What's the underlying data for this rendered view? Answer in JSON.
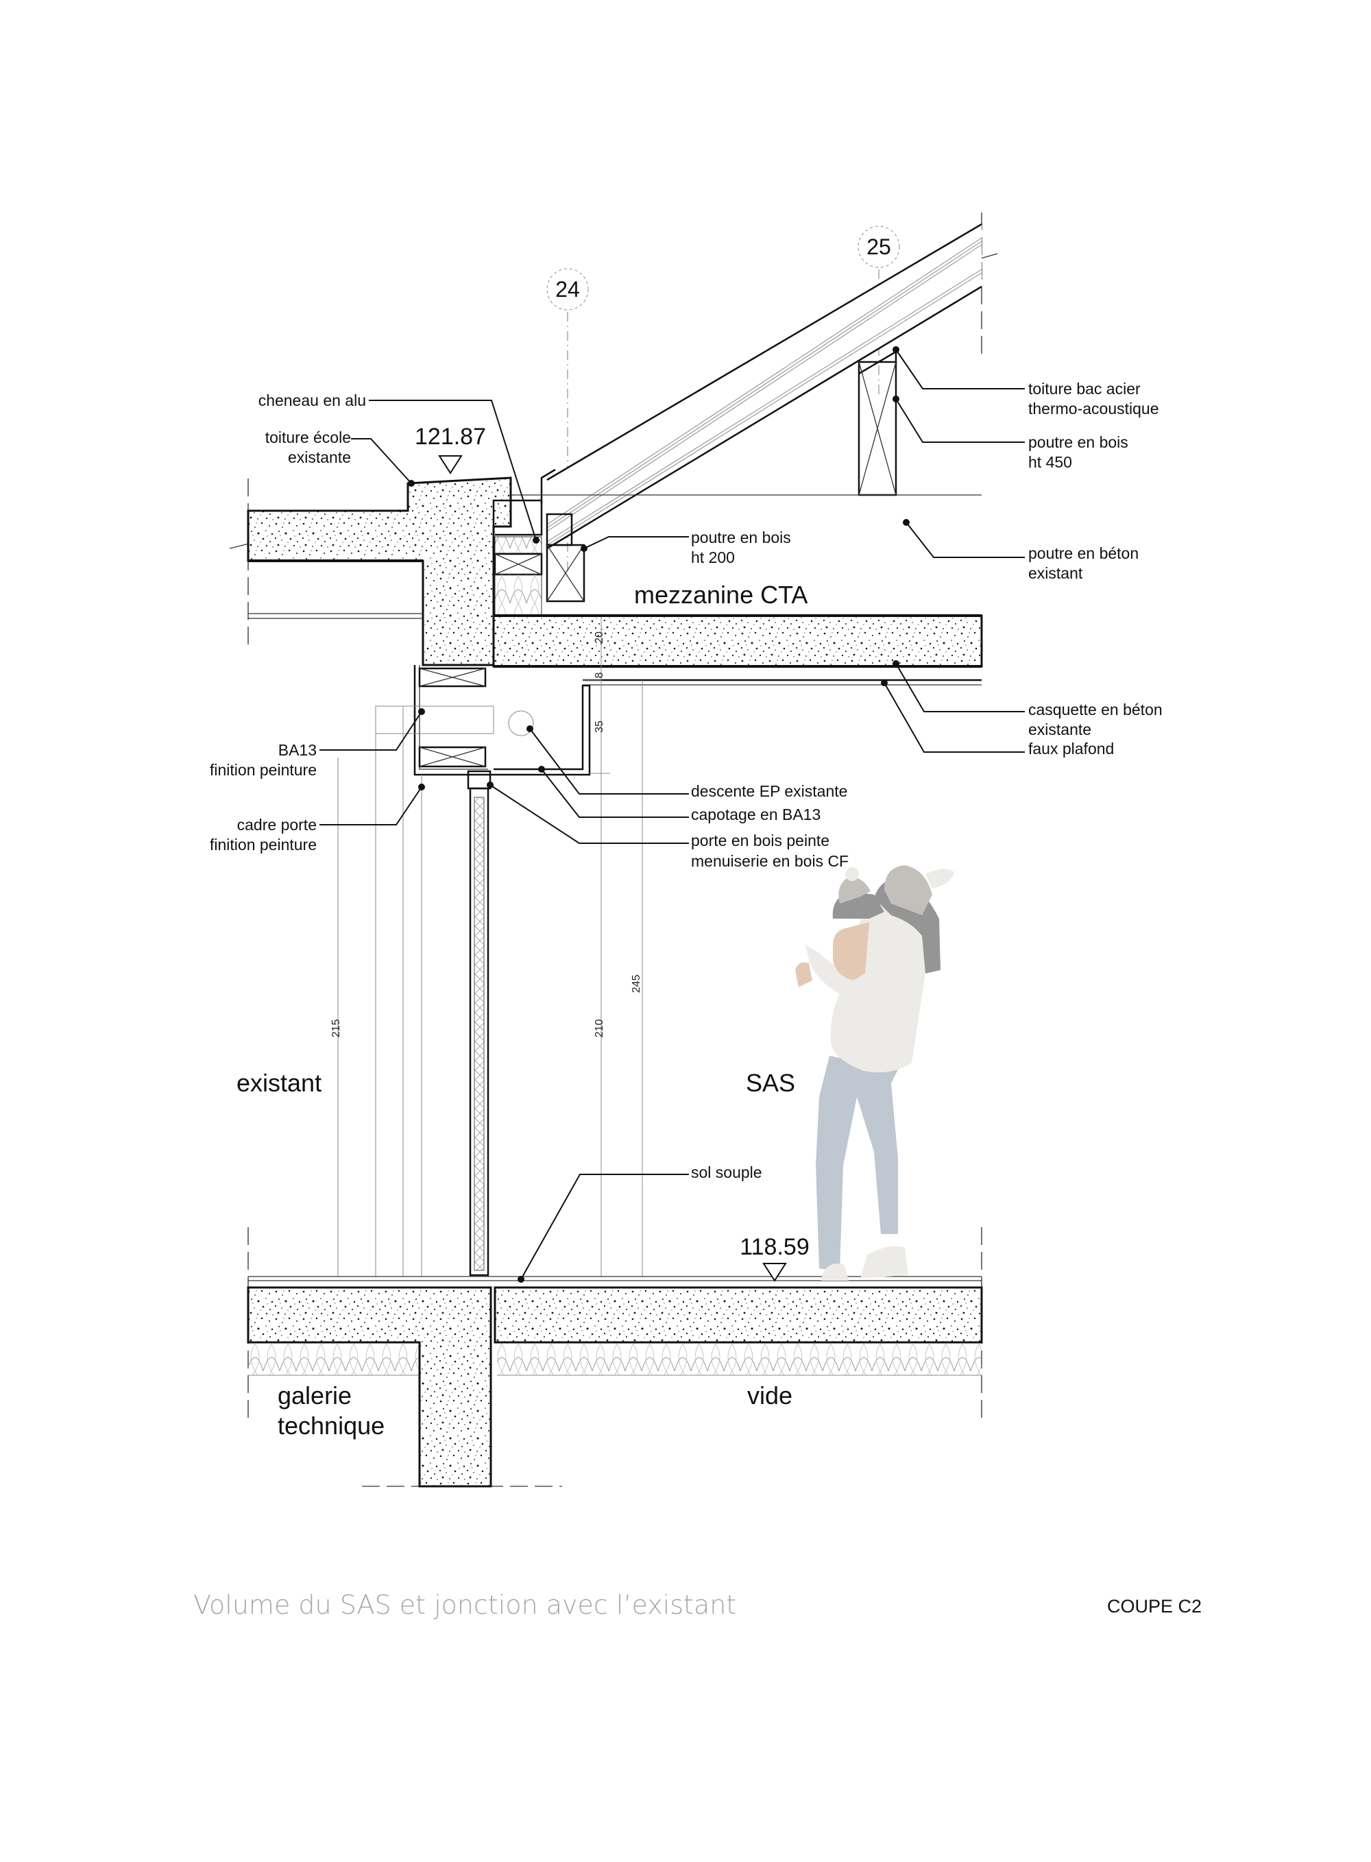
{
  "drawing": {
    "caption": "Volume du SAS et jonction avec l’existant",
    "section_id": "COUPE C2"
  },
  "grid_axes": [
    {
      "label": "24"
    },
    {
      "label": "25"
    }
  ],
  "levels": {
    "roof_existing": "121.87",
    "floor_sas": "118.59"
  },
  "rooms": {
    "mezzanine": "mezzanine CTA",
    "existing": "existant",
    "sas": "SAS",
    "gallery_line1": "galerie",
    "gallery_line2": "technique",
    "void": "vide"
  },
  "annotations": {
    "left": [
      {
        "line1": "cheneau en alu",
        "line2": ""
      },
      {
        "line1": "toiture école",
        "line2": "existante"
      },
      {
        "line1": "BA13",
        "line2": "finition peinture"
      },
      {
        "line1": "cadre porte",
        "line2": "finition peinture"
      }
    ],
    "right": [
      {
        "line1": "toiture bac acier",
        "line2": "thermo-acoustique"
      },
      {
        "line1": "poutre en bois",
        "line2": "ht 450"
      },
      {
        "line1": "poutre en béton",
        "line2": "existant"
      },
      {
        "line1": "casquette en béton",
        "line2": "existante"
      },
      {
        "line1": "faux plafond",
        "line2": ""
      }
    ],
    "center": [
      {
        "line1": "poutre en bois",
        "line2": "ht 200"
      },
      {
        "line1": "descente EP existante",
        "line2": ""
      },
      {
        "line1": "capotage en BA13",
        "line2": ""
      },
      {
        "line1": "porte en bois peinte",
        "line2": "menuiserie en bois CF"
      },
      {
        "line1": "sol souple",
        "line2": ""
      }
    ]
  },
  "dimensions": {
    "slab": "20",
    "plenum": "8",
    "soffit": "35",
    "door_left": "215",
    "door_right": "210",
    "ceiling": "245"
  },
  "colors": {
    "ink": "#111111",
    "caption_grey": "#a6a6a6",
    "figure_jeans": "#bfc7d1",
    "figure_coat": "#edebe8",
    "figure_hat": "#c3c0bc",
    "figure_hair": "#959595",
    "figure_skin": "#e3c9b3"
  }
}
